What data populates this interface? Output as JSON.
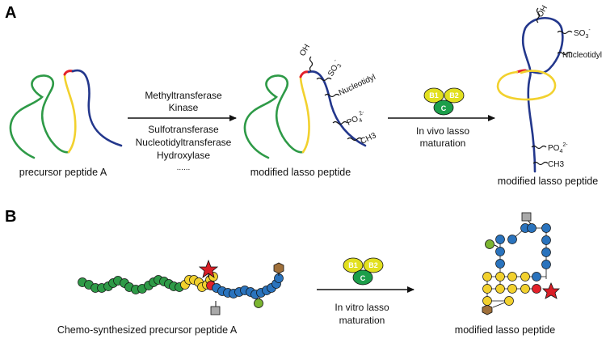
{
  "panels": {
    "a": "A",
    "b": "B"
  },
  "colors": {
    "green": "#2e9a47",
    "yellow": "#f2d12e",
    "red": "#e3212a",
    "blue": "#23378c",
    "bead_blue": "#2a73bd",
    "enzyme_yellow": "#e2e01f",
    "enzyme_green": "#1c9e4a"
  },
  "panel_a": {
    "precursor_label": "precursor peptide A",
    "enzymes_top": [
      "Methyltransferase",
      "Kinase"
    ],
    "enzymes_bottom": [
      "Sulfotransferase",
      "Nucleotidyltransferase",
      "Hydroxylase",
      "......"
    ],
    "modified_label_1": "modified lasso peptide",
    "step2_lines": [
      "In vivo lasso",
      "maturation"
    ],
    "modified_label_2": "modified lasso peptide",
    "modifications": {
      "oh": "OH",
      "so3": "SO",
      "so3_sub": "3",
      "so3_sup": "-",
      "nucleotidyl": "Nucleotidyl",
      "po4": "PO",
      "po4_sub": "4",
      "po4_sup": "2-",
      "ch3": "CH3"
    },
    "enzyme": {
      "b1": "B1",
      "b2": "B2",
      "c": "C"
    }
  },
  "panel_b": {
    "precursor_label": "Chemo-synthesized precursor peptide A",
    "step_lines": [
      "In vitro lasso",
      "maturation"
    ],
    "product_label": "modified lasso peptide",
    "enzyme": {
      "b1": "B1",
      "b2": "B2",
      "c": "C"
    }
  }
}
